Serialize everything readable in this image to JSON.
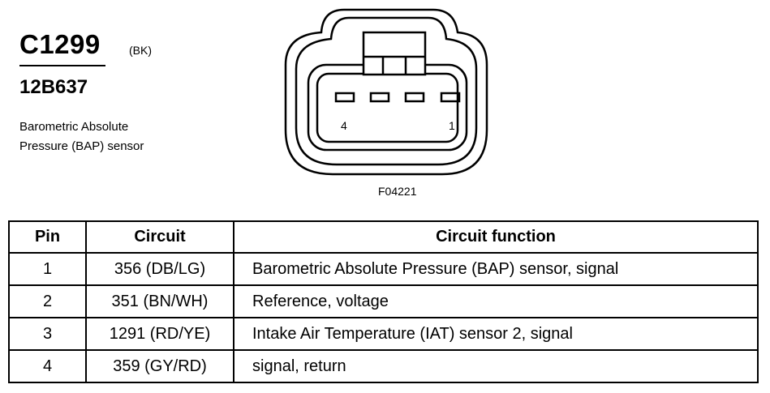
{
  "connector": {
    "id": "C1299",
    "color": "(BK)",
    "part_number": "12B637",
    "description_line1": "Barometric Absolute",
    "description_line2": "Pressure (BAP) sensor"
  },
  "diagram": {
    "pin_label_left": "4",
    "pin_label_right": "1",
    "figure_code": "F04221"
  },
  "table": {
    "headers": [
      "Pin",
      "Circuit",
      "Circuit function"
    ],
    "rows": [
      {
        "pin": "1",
        "circuit": "356 (DB/LG)",
        "function": "Barometric Absolute Pressure (BAP) sensor, signal"
      },
      {
        "pin": "2",
        "circuit": "351 (BN/WH)",
        "function": "Reference, voltage"
      },
      {
        "pin": "3",
        "circuit": "1291 (RD/YE)",
        "function": "Intake Air Temperature (IAT) sensor 2, signal"
      },
      {
        "pin": "4",
        "circuit": "359 (GY/RD)",
        "function": "signal, return"
      }
    ]
  }
}
